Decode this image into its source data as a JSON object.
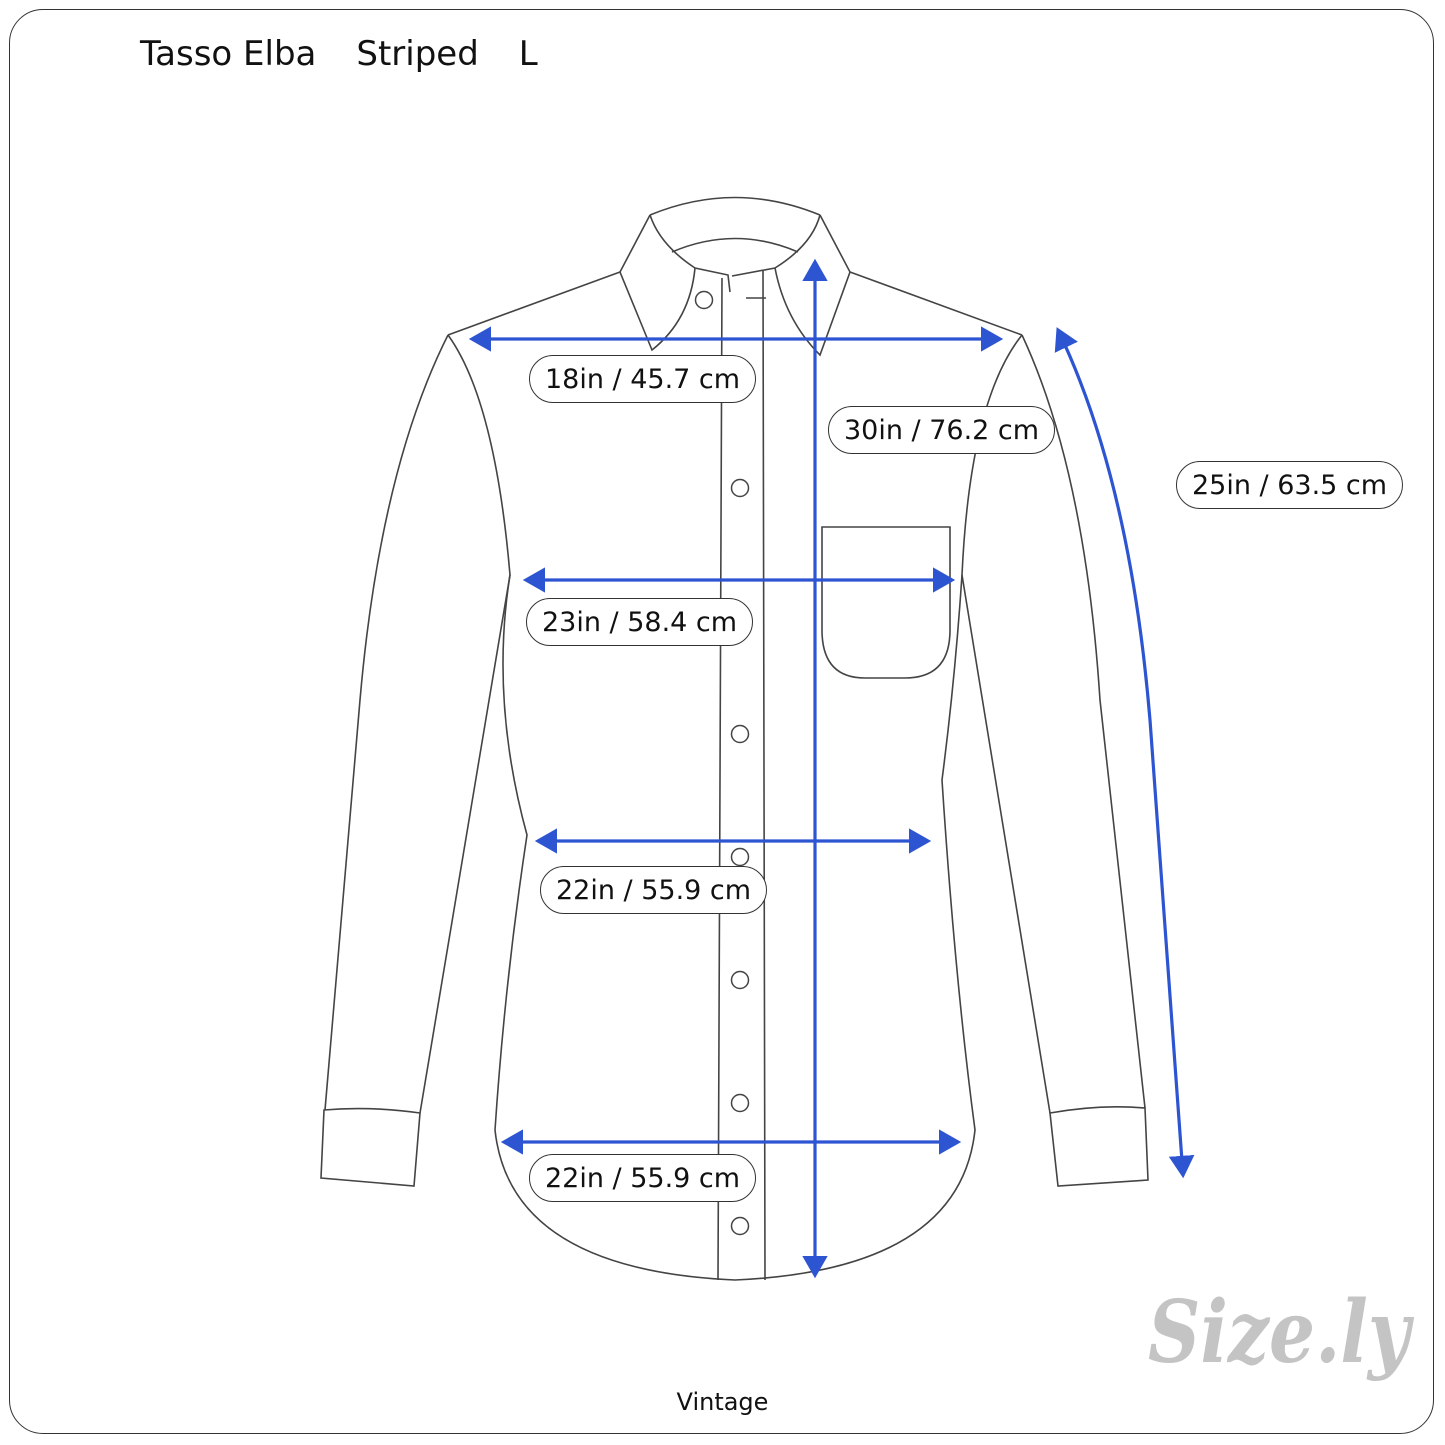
{
  "header": {
    "brand": "Tasso Elba",
    "pattern": "Striped",
    "size": "L"
  },
  "measurements": [
    {
      "name": "shoulder",
      "label": "18in / 45.7 cm"
    },
    {
      "name": "length",
      "label": "30in / 76.2 cm"
    },
    {
      "name": "sleeve",
      "label": "25in / 63.5 cm"
    },
    {
      "name": "chest",
      "label": "23in / 58.4 cm"
    },
    {
      "name": "waist",
      "label": "22in / 55.9 cm"
    },
    {
      "name": "hem",
      "label": "22in / 55.9 cm"
    }
  ],
  "footer": {
    "era": "Vintage"
  },
  "logo": {
    "text": "Size.ly"
  },
  "colors": {
    "arrow": "#2d55d2",
    "outline": "#444444",
    "logo": "#c4c4c4",
    "logo_dot": "#a9c8f2"
  }
}
